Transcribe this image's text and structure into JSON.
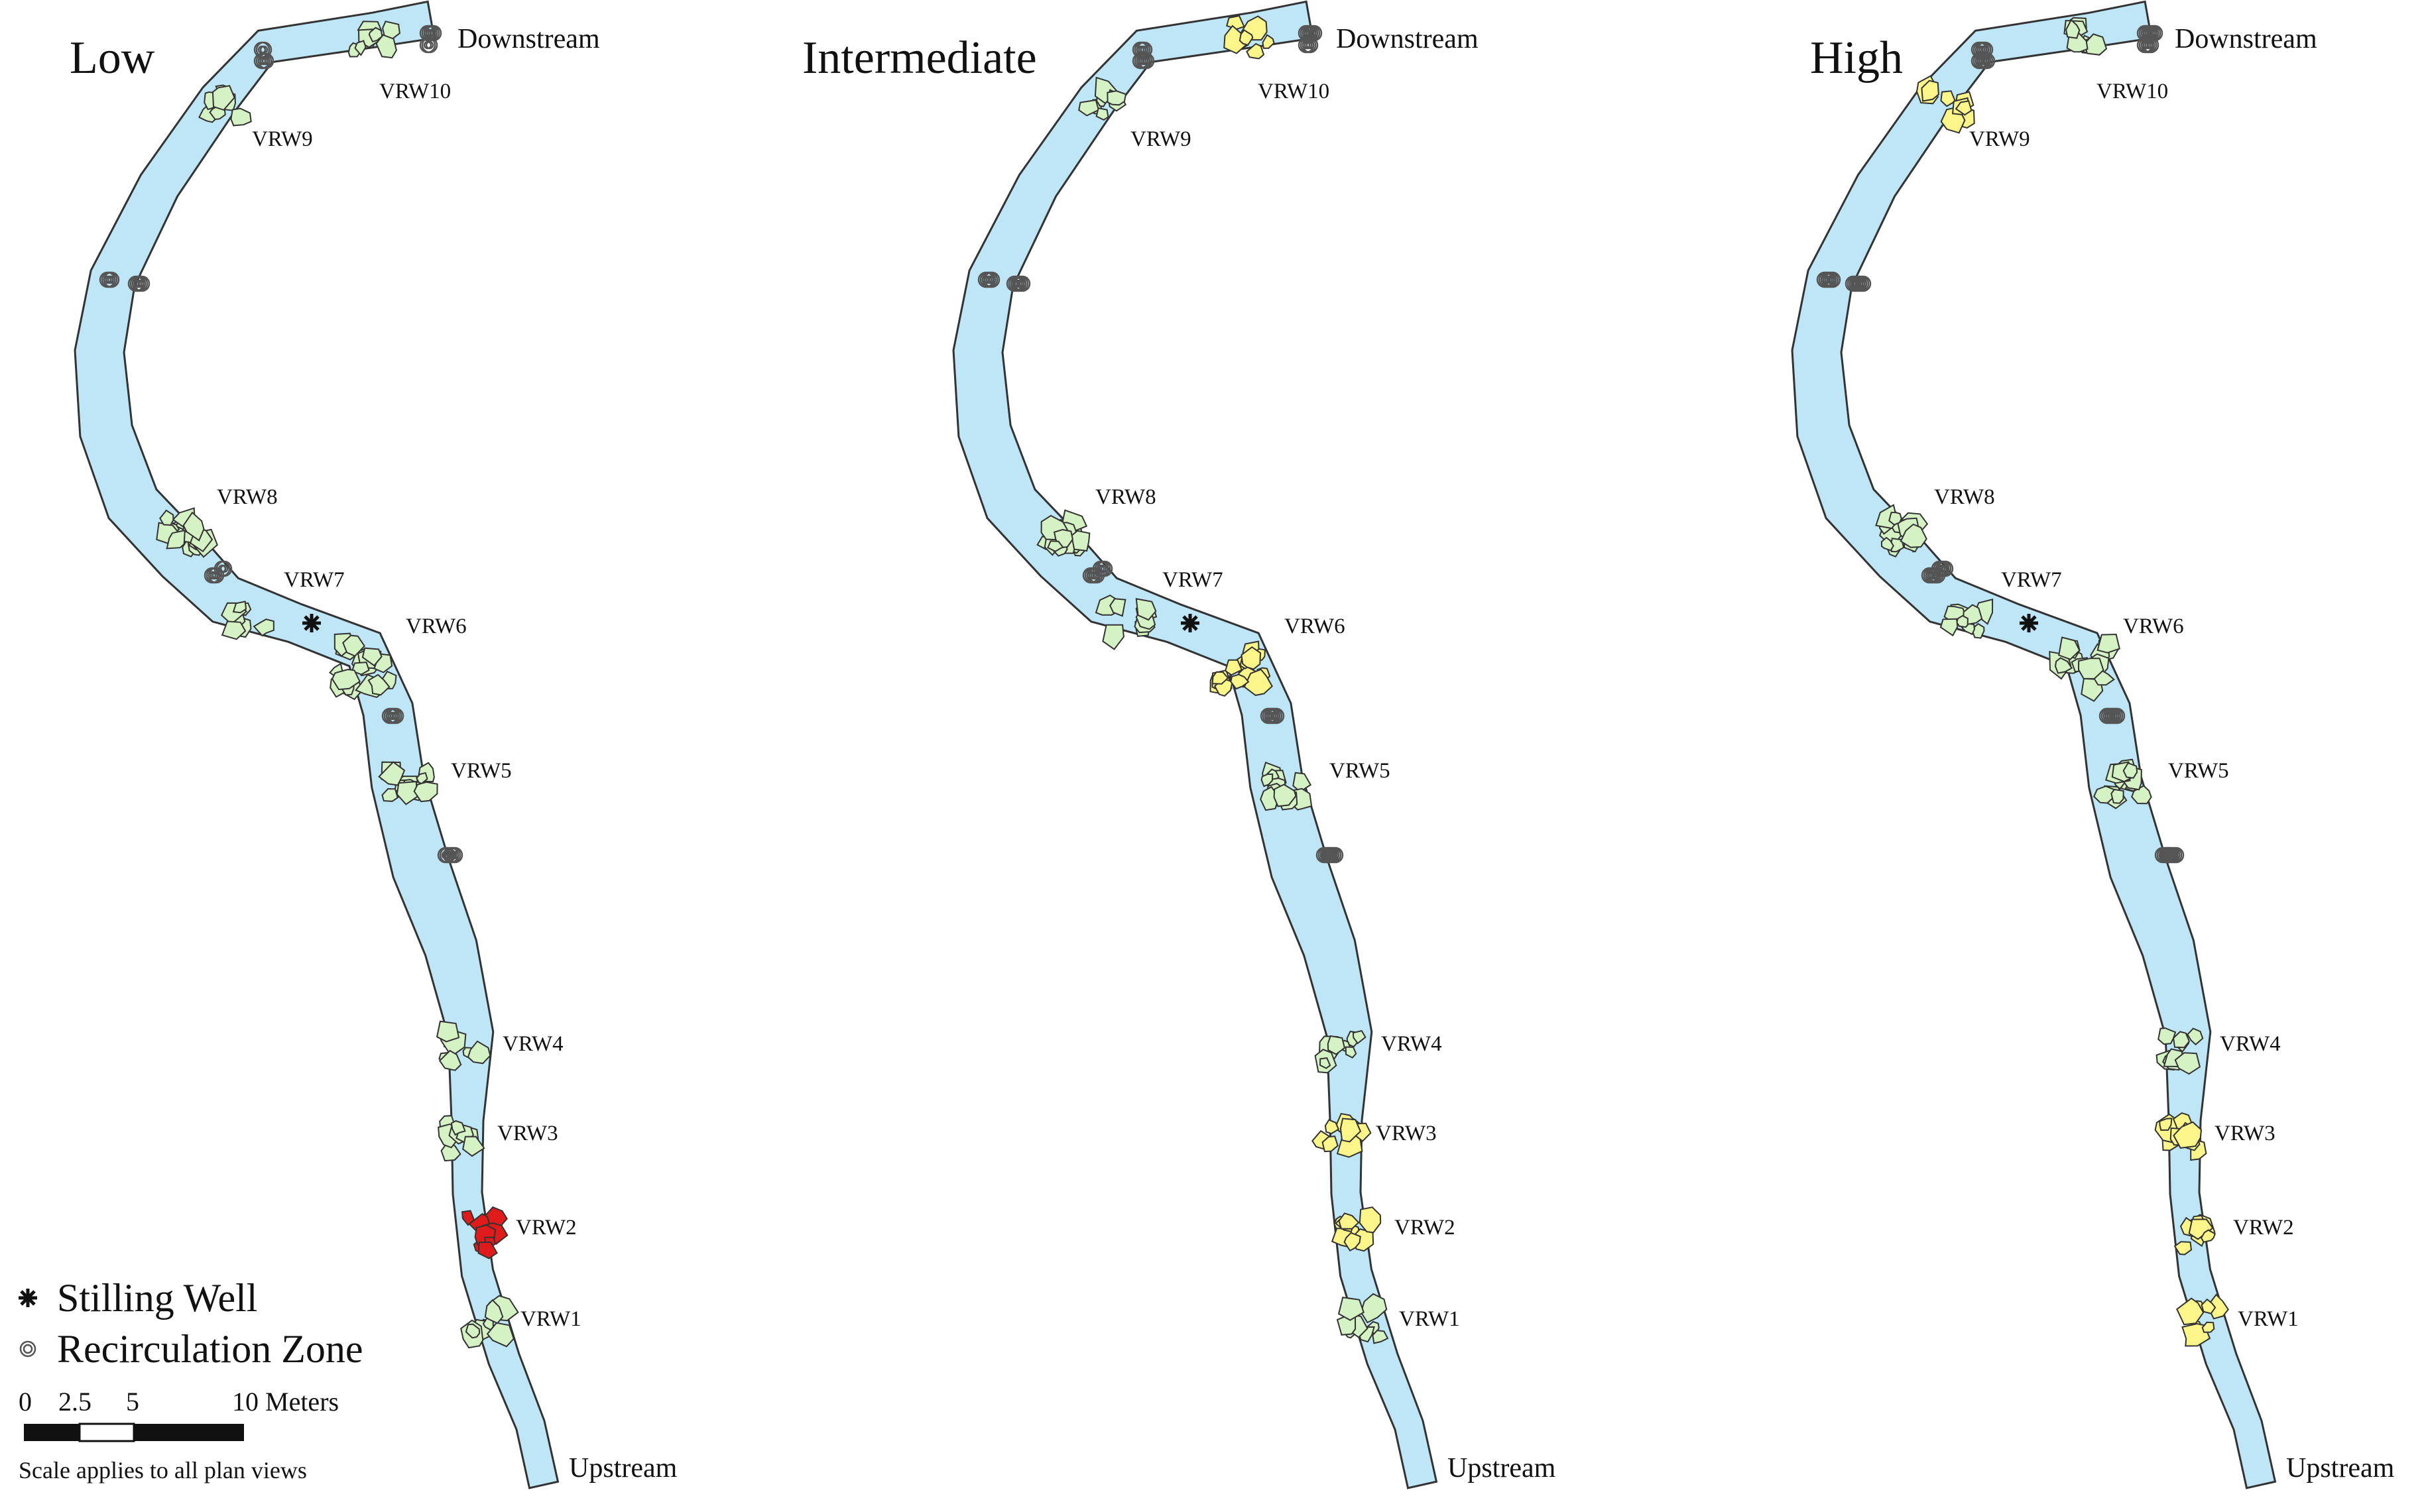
{
  "panels": [
    {
      "title": "Low",
      "downstream_label": "Downstream",
      "upstream_label": "Upstream",
      "wells": [
        {
          "label": "VRW10",
          "status": "green"
        },
        {
          "label": "VRW9",
          "status": "green"
        },
        {
          "label": "VRW8",
          "status": "green"
        },
        {
          "label": "VRW7",
          "status": "green"
        },
        {
          "label": "VRW6",
          "status": "green"
        },
        {
          "label": "VRW5",
          "status": "green"
        },
        {
          "label": "VRW4",
          "status": "green"
        },
        {
          "label": "VRW3",
          "status": "green"
        },
        {
          "label": "VRW2",
          "status": "red"
        },
        {
          "label": "VRW1",
          "status": "green"
        }
      ]
    },
    {
      "title": "Intermediate",
      "downstream_label": "Downstream",
      "upstream_label": "Upstream",
      "wells": [
        {
          "label": "VRW10",
          "status": "yellow"
        },
        {
          "label": "VRW9",
          "status": "green"
        },
        {
          "label": "VRW8",
          "status": "green"
        },
        {
          "label": "VRW7",
          "status": "green"
        },
        {
          "label": "VRW6",
          "status": "yellow"
        },
        {
          "label": "VRW5",
          "status": "green"
        },
        {
          "label": "VRW4",
          "status": "green"
        },
        {
          "label": "VRW3",
          "status": "yellow"
        },
        {
          "label": "VRW2",
          "status": "yellow"
        },
        {
          "label": "VRW1",
          "status": "green"
        }
      ]
    },
    {
      "title": "High",
      "downstream_label": "Downstream",
      "upstream_label": "Upstream",
      "wells": [
        {
          "label": "VRW10",
          "status": "green"
        },
        {
          "label": "VRW9",
          "status": "yellow"
        },
        {
          "label": "VRW8",
          "status": "green"
        },
        {
          "label": "VRW7",
          "status": "green"
        },
        {
          "label": "VRW6",
          "status": "green"
        },
        {
          "label": "VRW5",
          "status": "green"
        },
        {
          "label": "VRW4",
          "status": "green"
        },
        {
          "label": "VRW3",
          "status": "yellow"
        },
        {
          "label": "VRW2",
          "status": "yellow"
        },
        {
          "label": "VRW1",
          "status": "yellow"
        }
      ]
    }
  ],
  "legend": {
    "stilling_well": "Stilling Well",
    "recirculation_zone": "Recirculation Zone",
    "stilling_well_icon": "asterisk-icon",
    "recirculation_icon": "concentric-circle-icon"
  },
  "scale_bar": {
    "ticks": [
      "0",
      "2.5",
      "5",
      "10 Meters"
    ],
    "note": "Scale applies to all plan views"
  },
  "colors": {
    "water": "#bfe6f7",
    "green": "#d4f2c4",
    "yellow": "#fbf58a",
    "red": "#e01b1b"
  }
}
